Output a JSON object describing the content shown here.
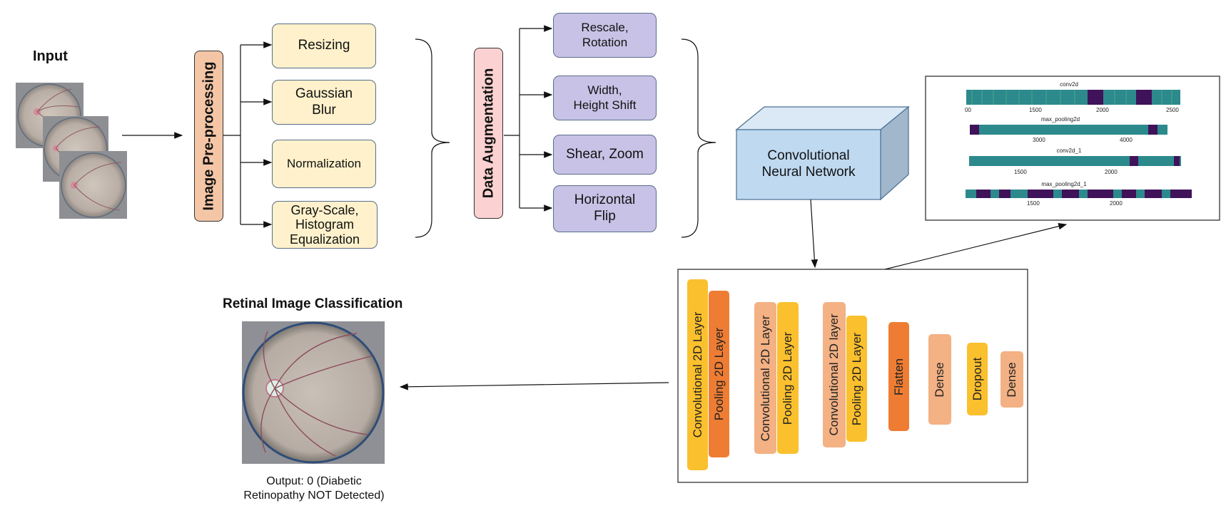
{
  "input": {
    "title": "Input"
  },
  "preprocessing": {
    "title": "Image Pre-processing",
    "steps": [
      "Resizing",
      "Gaussian\nBlur",
      "Normalization",
      "Gray-Scale,\nHistogram\nEqualization"
    ]
  },
  "augmentation": {
    "title": "Data Augmentation",
    "steps": [
      "Rescale,\nRotation",
      "Width,\nHeight Shift",
      "Shear, Zoom",
      "Horizontal\nFlip"
    ]
  },
  "cnn": {
    "label": "Convolutional\nNeural Network"
  },
  "feature_maps": {
    "items": [
      {
        "name": "conv2d",
        "ticks": [
          "00",
          "1500",
          "2000",
          "2500"
        ]
      },
      {
        "name": "max_pooling2d",
        "ticks": [
          "3000",
          "4000"
        ]
      },
      {
        "name": "conv2d_1",
        "ticks": [
          "1500",
          "2000"
        ]
      },
      {
        "name": "max_pooling2d_1",
        "ticks": [
          "1500",
          "2000"
        ]
      }
    ]
  },
  "layers": [
    "Convolutional 2D Layer",
    "Pooling 2D Layer",
    "Convolutional 2D Layer",
    "Pooling  2D Layer",
    "Convolutional 2D layer",
    "Pooling 2D Layer",
    "Flatten",
    "Dense",
    "Dropout",
    "Dense"
  ],
  "classification": {
    "title": "Retinal Image Classification",
    "output": "Output: 0 (Diabetic\nRetinopathy NOT Detected)"
  },
  "colors": {
    "preprocess_box": "#fef1cb",
    "augment_box": "#c8c2e6",
    "preprocess_title": "#f4c6a6",
    "augment_title": "#fbd1d1",
    "cnn_front": "#bfd9f0",
    "layer_yellow": "#fbc02d",
    "layer_orange": "#ee7d33",
    "layer_peach": "#f3b184"
  }
}
